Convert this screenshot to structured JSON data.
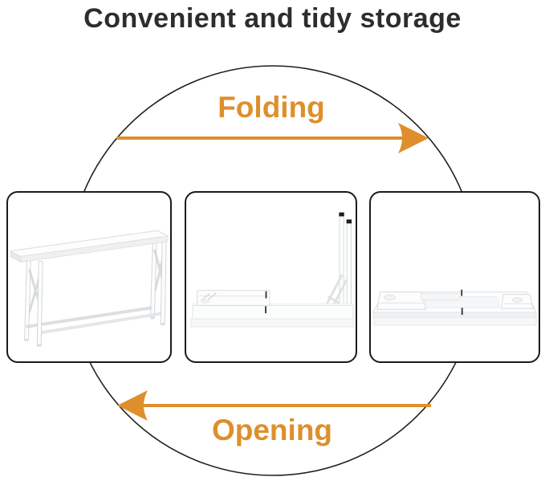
{
  "title": "Convenient and tidy storage",
  "diagram": {
    "shape": "cycle-circle",
    "top_arrow": {
      "label": "Folding",
      "direction": "right",
      "icon": "right-arrow-icon"
    },
    "bottom_arrow": {
      "label": "Opening",
      "direction": "left",
      "icon": "left-arrow-icon"
    },
    "steps": [
      {
        "name": "table-assembled",
        "icon": "assembled-table-illustration"
      },
      {
        "name": "table-half-folded",
        "icon": "half-folded-table-illustration"
      },
      {
        "name": "table-folded-flat",
        "icon": "folded-flat-table-illustration"
      }
    ]
  },
  "colors": {
    "accent_orange": "#DE8F2C",
    "title_text": "#2D2D2D",
    "panel_border": "#1B1B1B",
    "circle_stroke": "#202020",
    "table_outline": "#D7DBDD",
    "leg_cap_black": "#1D1D1D",
    "table_white": "#FCFDFD"
  }
}
